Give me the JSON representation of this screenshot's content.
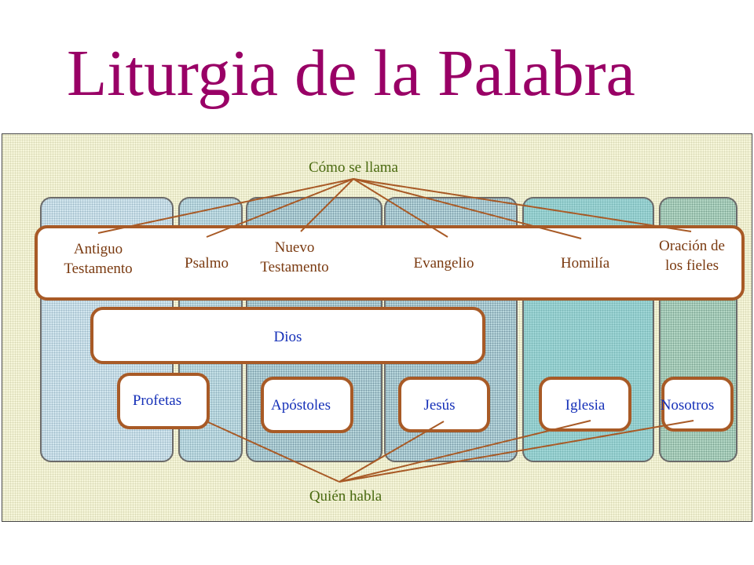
{
  "title": "Liturgia de la Palabra",
  "top_label": "Cómo se llama",
  "bottom_label": "Quién habla",
  "readings": [
    "Antiguo\nTestamento",
    "Psalmo",
    "Nuevo\nTestamento",
    "Evangelio",
    "Homilía",
    "Oración de\nlos fieles"
  ],
  "center_label": "Dios",
  "speakers": [
    "Profetas",
    "Apóstoles",
    "Jesús",
    "Iglesia",
    "Nosotros"
  ],
  "colors": {
    "title": "#990066",
    "connector": "#a85a26",
    "reading_text": "#7a3a10",
    "speaker_text": "#1530b8",
    "caption_text": "#4a6a10",
    "panel_bg": "#f6f6da"
  }
}
